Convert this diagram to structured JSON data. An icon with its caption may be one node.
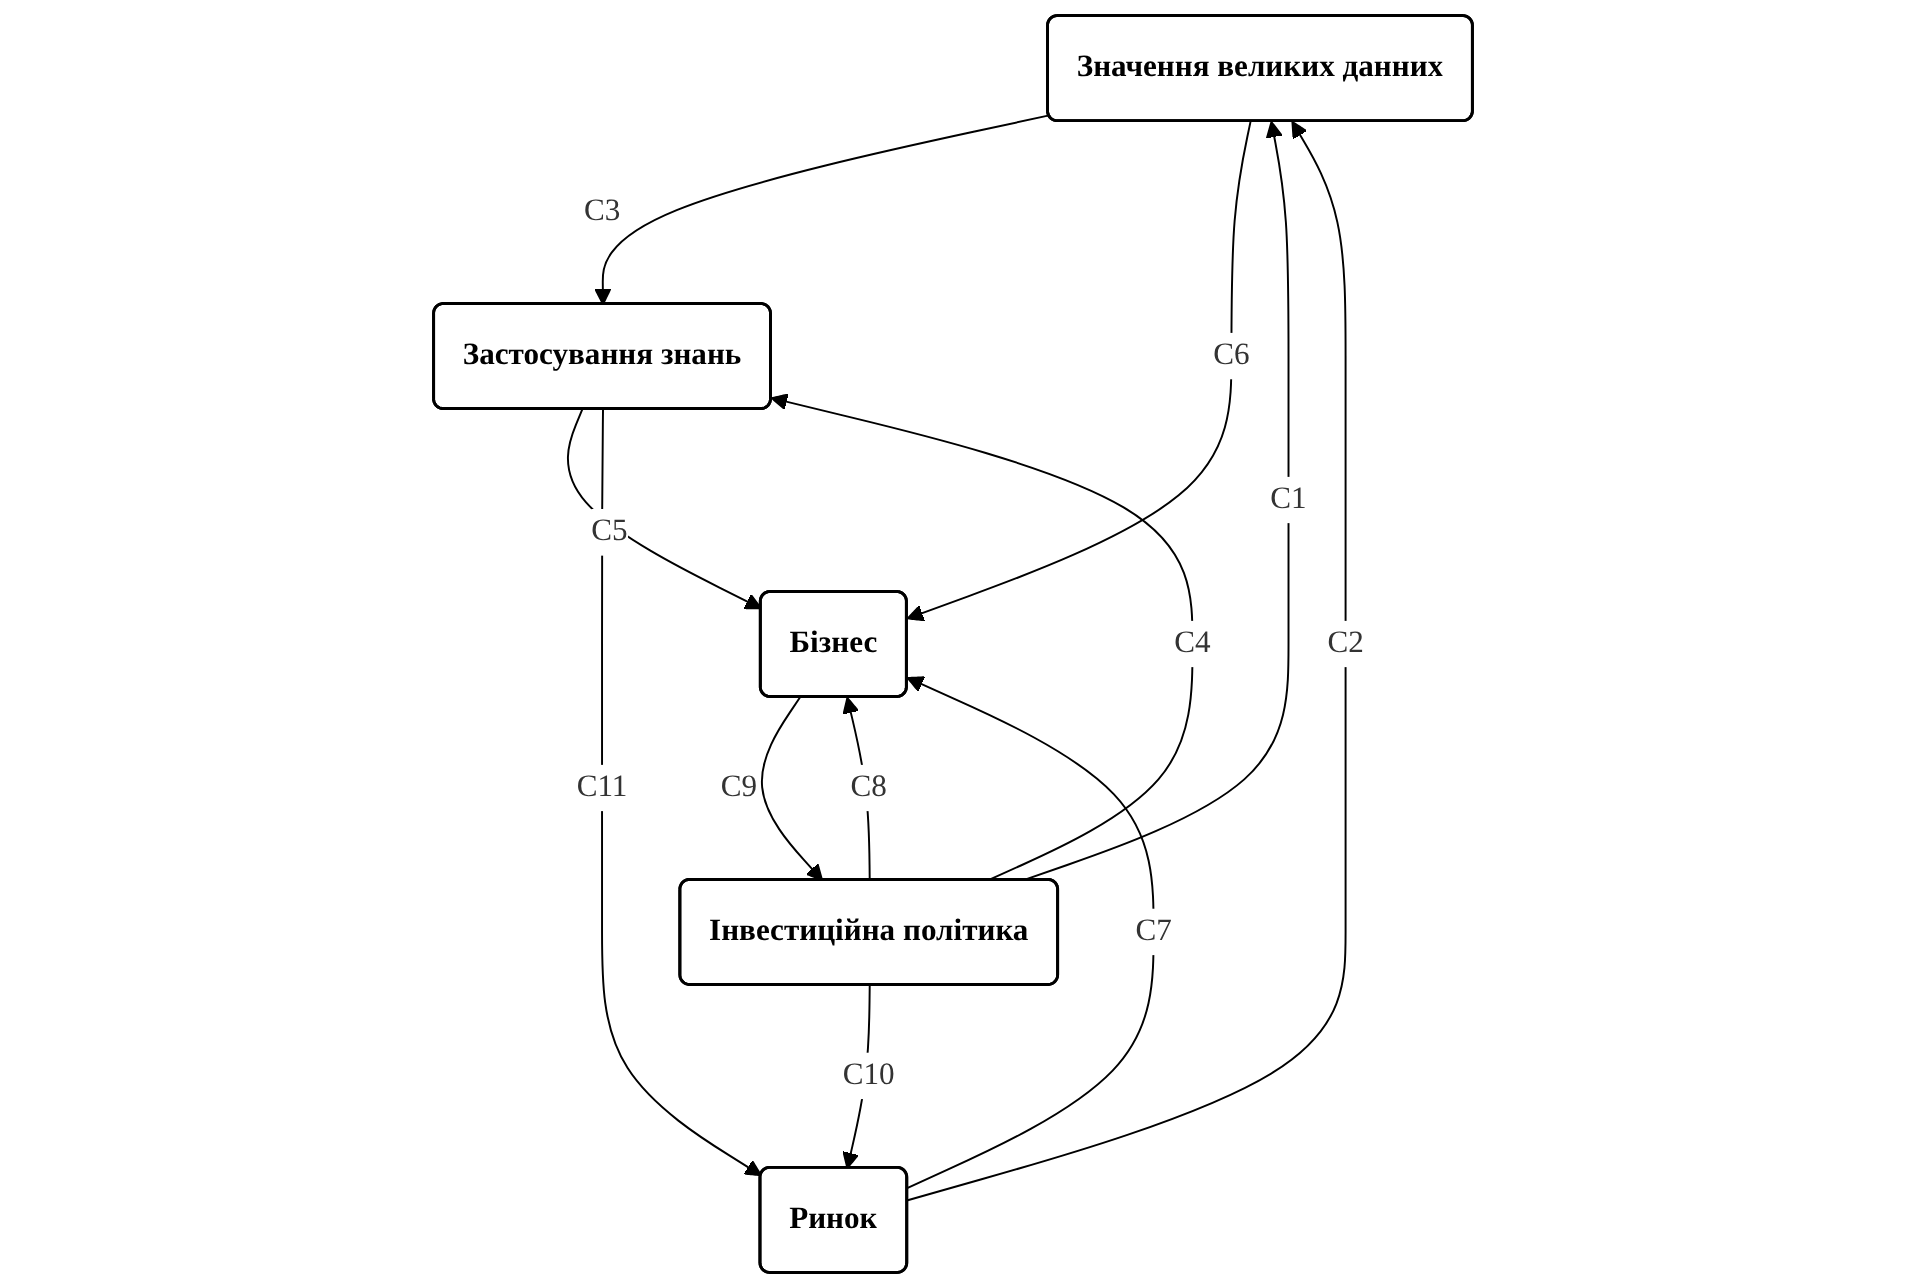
{
  "diagram": {
    "nodes": [
      {
        "text": [
          "Значення великих данних"
        ]
      },
      {
        "text": [
          "Застосування знань"
        ]
      },
      {
        "text": [
          "Ринок"
        ]
      },
      {
        "text": [
          "Бізнес"
        ]
      },
      {
        "text": [
          "Інвестиційна політика"
        ]
      }
    ],
    "edges": [
      {
        "from": 4,
        "to": 0,
        "arrow": "to",
        "label": "C1"
      },
      {
        "from": 2,
        "to": 0,
        "arrow": "to",
        "label": "C2"
      },
      {
        "from": 0,
        "to": 1,
        "arrow": "to",
        "label": "C3"
      },
      {
        "from": 4,
        "to": 1,
        "arrow": "to",
        "label": "C4"
      },
      {
        "from": 1,
        "to": 3,
        "arrow": "to",
        "label": "C5"
      },
      {
        "from": 0,
        "to": 3,
        "arrow": "to",
        "label": "C6"
      },
      {
        "from": 2,
        "to": 3,
        "arrow": "to",
        "label": "C7"
      },
      {
        "from": 4,
        "to": 3,
        "arrow": "to",
        "label": "C8"
      },
      {
        "from": 3,
        "to": 4,
        "arrow": "to",
        "label": "C9"
      },
      {
        "from": 4,
        "to": 2,
        "arrow": "to",
        "label": "C10"
      },
      {
        "from": 1,
        "to": 2,
        "arrow": "to",
        "label": "C11"
      }
    ]
  }
}
